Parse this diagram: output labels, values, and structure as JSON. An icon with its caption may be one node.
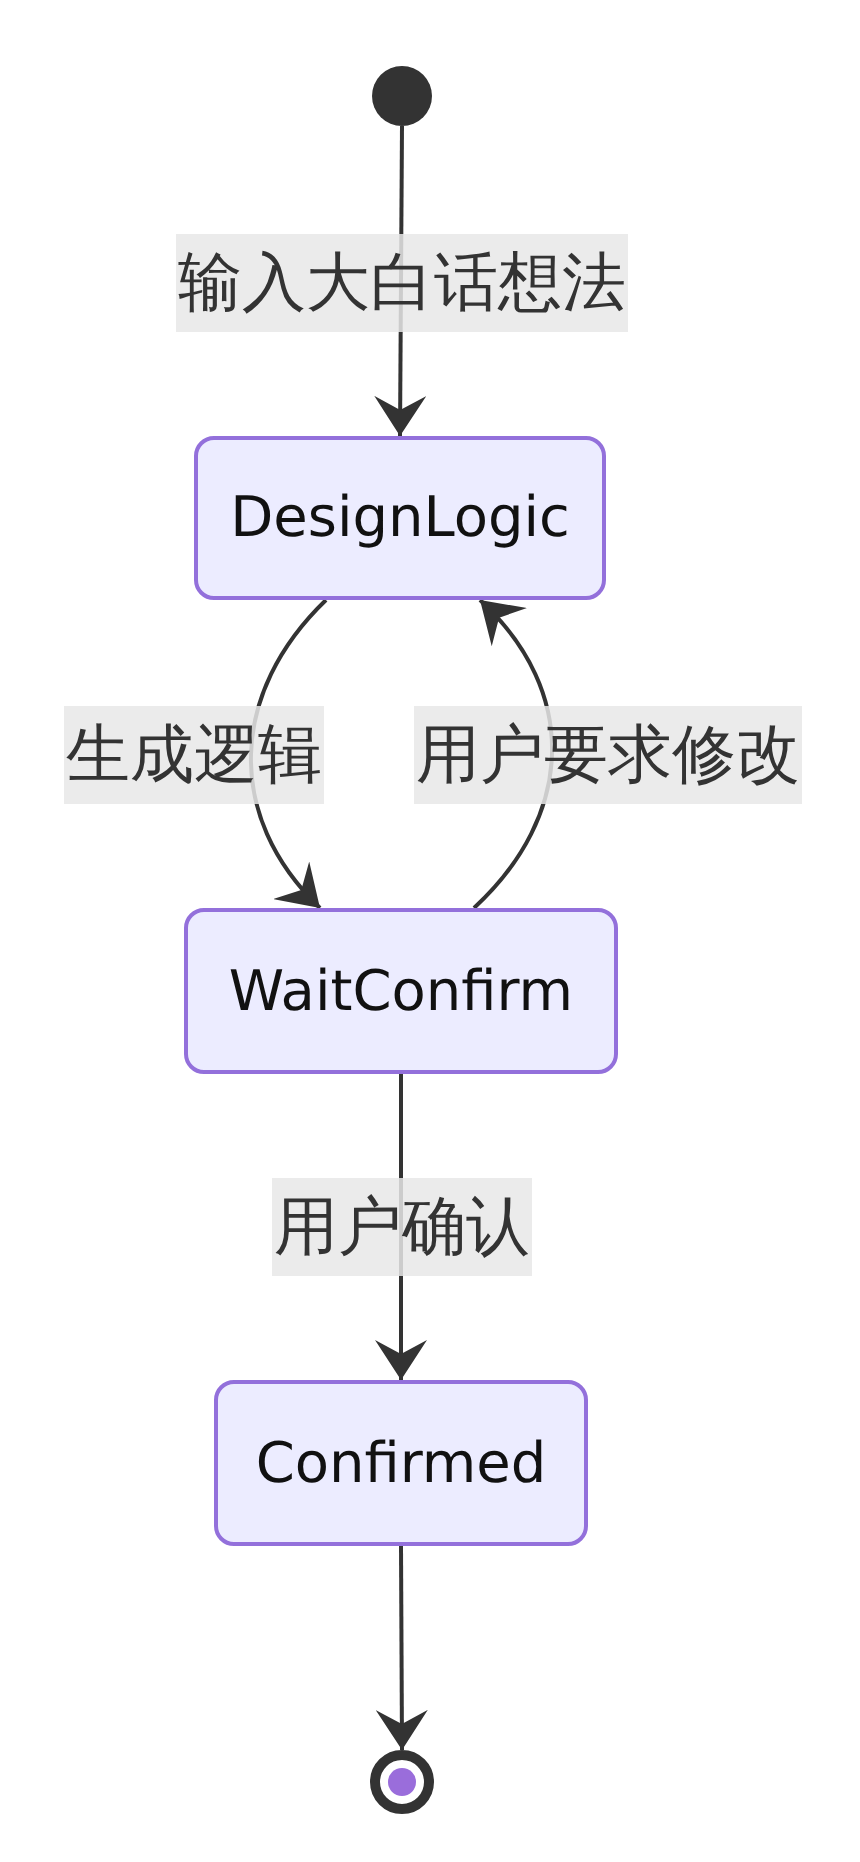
{
  "diagram": {
    "nodes": [
      {
        "text": [],
        "shape": "circle"
      },
      {
        "text": [
          "DesignLogic"
        ]
      },
      {
        "text": [
          "WaitConfirm"
        ]
      },
      {
        "text": [
          "Confirmed"
        ]
      },
      {
        "text": [],
        "shape": "circle"
      }
    ],
    "edges": [
      {
        "from": 0,
        "to": 1,
        "arrow": "to",
        "label": "输入大白话想法"
      },
      {
        "from": 1,
        "to": 2,
        "arrow": "to",
        "label": "生成逻辑"
      },
      {
        "from": 2,
        "to": 1,
        "arrow": "to",
        "label": "用户要求修改"
      },
      {
        "from": 2,
        "to": 3,
        "arrow": "to",
        "label": "用户确认"
      },
      {
        "from": 3,
        "to": 4,
        "arrow": "to"
      }
    ]
  }
}
